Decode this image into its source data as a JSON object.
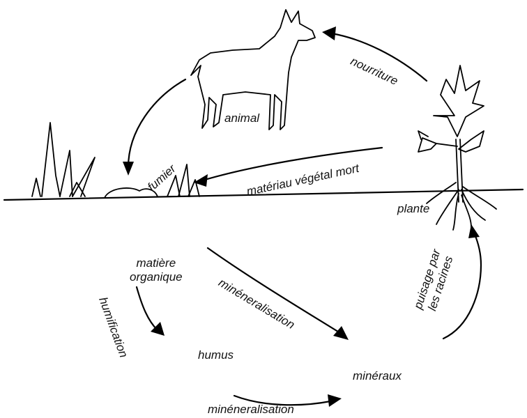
{
  "labels": {
    "nourriture": "nourriture",
    "animal": "animal",
    "fumier": "fumier",
    "materiau": "matériau végétal mort",
    "plante": "plante",
    "matiere_organique": "matière\norganique",
    "humification": "humification",
    "mineralisation_diag": "minéneralisation",
    "puisage": "puisage par\nles racines",
    "humus": "humus",
    "mineraux": "minéraux",
    "mineralisation_bottom": "minéneralisation"
  },
  "colors": {
    "ink": "#000000",
    "background": "#ffffff"
  }
}
